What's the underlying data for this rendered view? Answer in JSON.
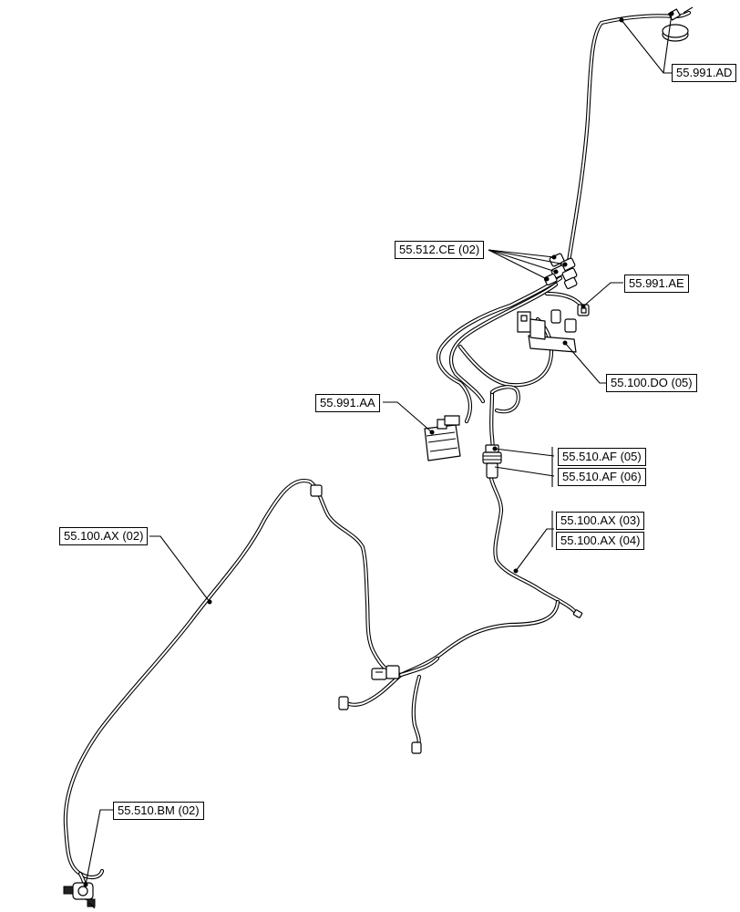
{
  "callouts": [
    {
      "id": "ad",
      "text": "55.991.AD"
    },
    {
      "id": "ce",
      "text": "55.512.CE (02)"
    },
    {
      "id": "ae",
      "text": "55.991.AE"
    },
    {
      "id": "do",
      "text": "55.100.DO (05)"
    },
    {
      "id": "aa",
      "text": "55.991.AA"
    },
    {
      "id": "af05",
      "text": "55.510.AF (05)"
    },
    {
      "id": "af06",
      "text": "55.510.AF (06)"
    },
    {
      "id": "ax03",
      "text": "55.100.AX (03)"
    },
    {
      "id": "ax04",
      "text": "55.100.AX (04)"
    },
    {
      "id": "ax02",
      "text": "55.100.AX (02)"
    },
    {
      "id": "bm",
      "text": "55.510.BM (02)"
    }
  ]
}
